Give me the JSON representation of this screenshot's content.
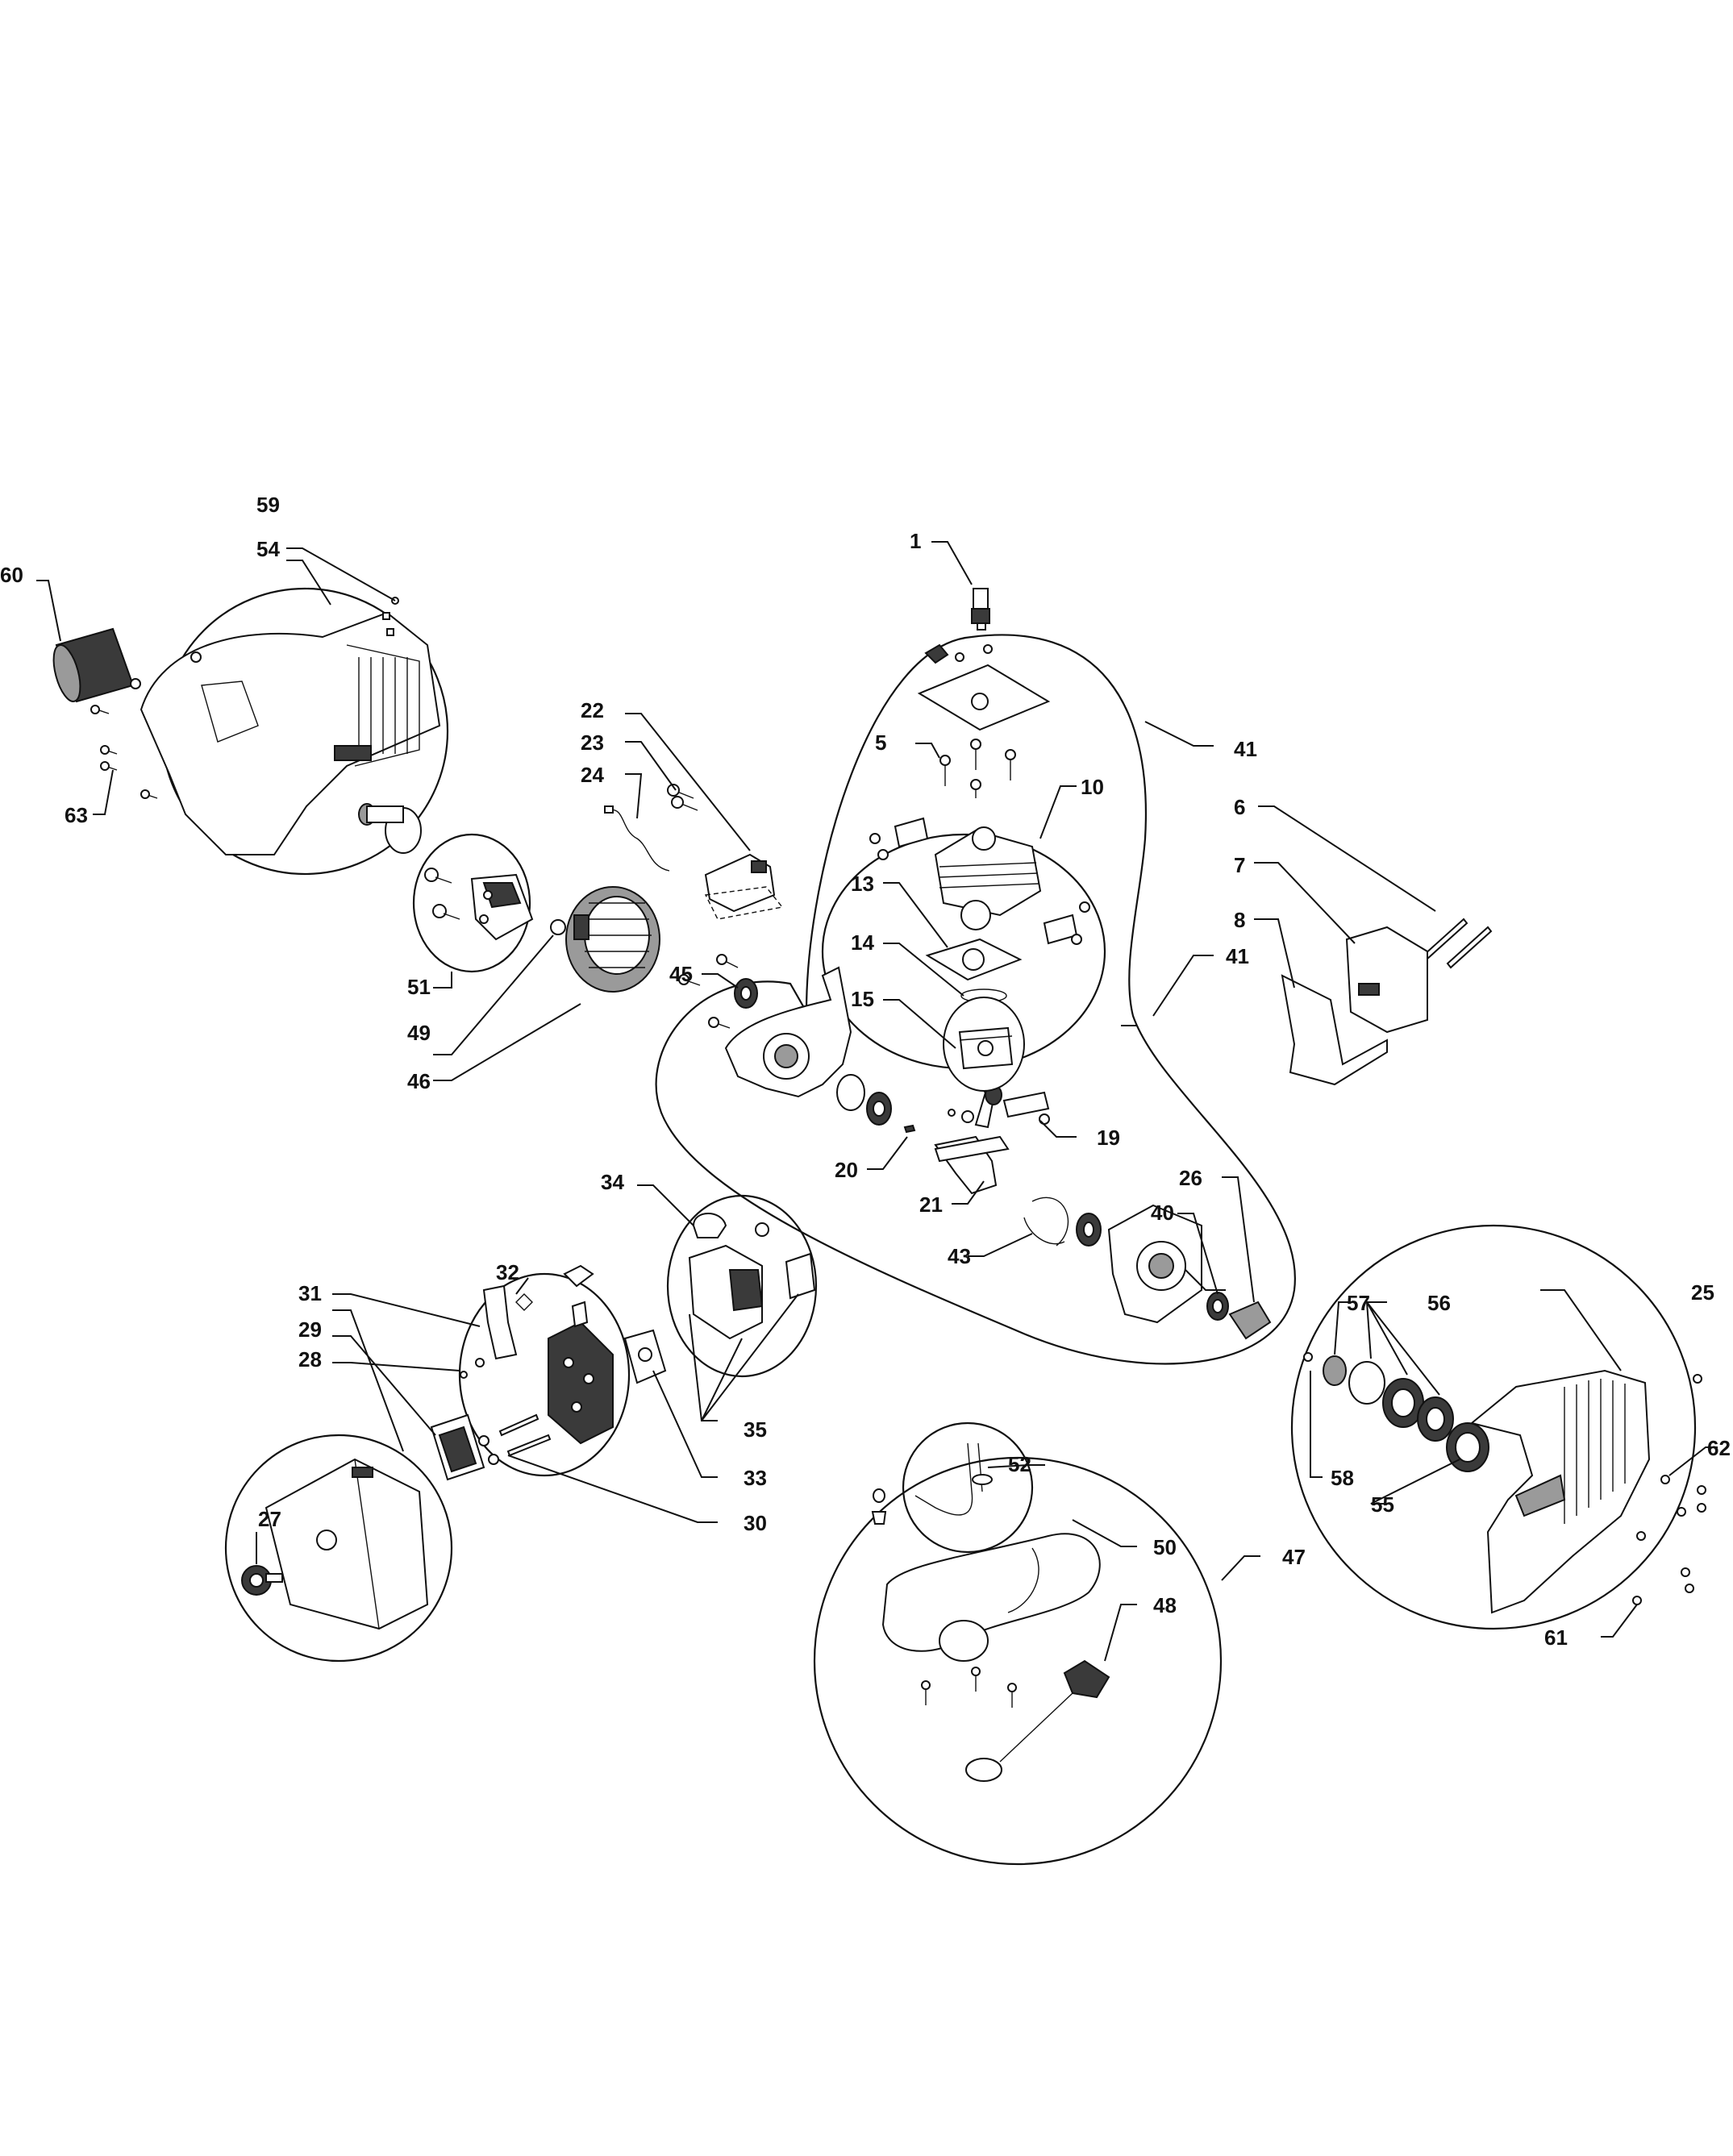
{
  "diagram": {
    "callouts": {
      "c1": "1",
      "c5": "5",
      "c6": "6",
      "c7": "7",
      "c8": "8",
      "c10": "10",
      "c13": "13",
      "c14": "14",
      "c15": "15",
      "c19": "19",
      "c20": "20",
      "c21": "21",
      "c22": "22",
      "c23": "23",
      "c24": "24",
      "c25": "25",
      "c26": "26",
      "c27": "27",
      "c28": "28",
      "c29": "29",
      "c30": "30",
      "c31": "31",
      "c32": "32",
      "c33": "33",
      "c34": "34",
      "c35": "35",
      "c40": "40",
      "c41a": "41",
      "c41b": "41",
      "c43": "43",
      "c45": "45",
      "c46": "46",
      "c47": "47",
      "c48": "48",
      "c49": "49",
      "c50": "50",
      "c51": "51",
      "c52": "52",
      "c54": "54",
      "c55": "55",
      "c56": "56",
      "c57": "57",
      "c58": "58",
      "c59": "59",
      "c60": "60",
      "c61": "61",
      "c62": "62",
      "c63": "63"
    }
  }
}
